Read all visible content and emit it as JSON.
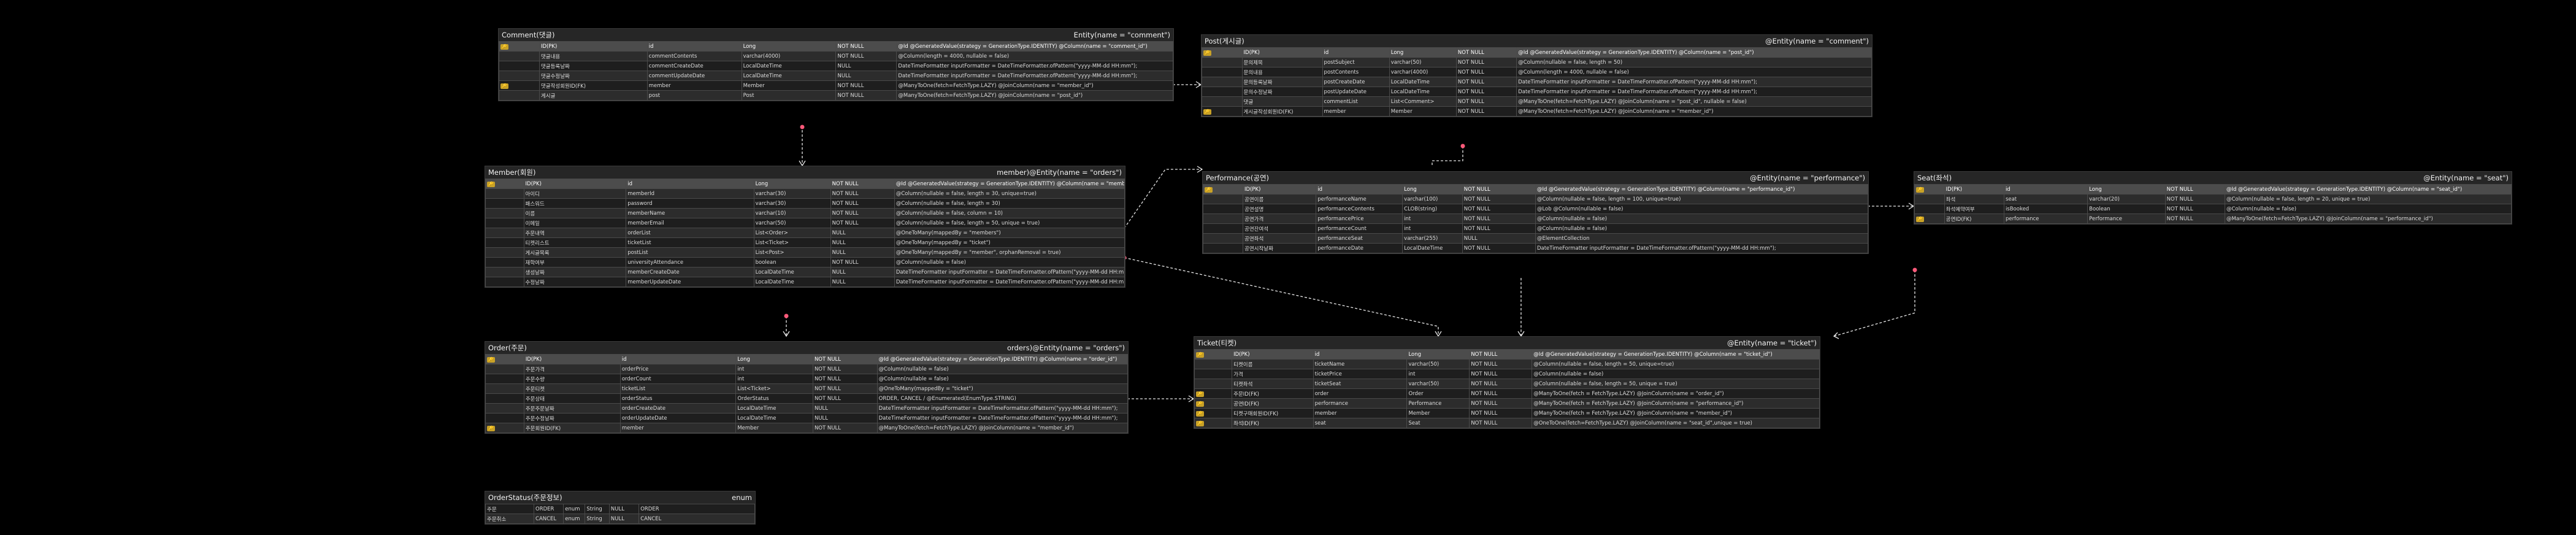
{
  "entities": [
    {
      "title": "Comment(댓글)",
      "annotation": "Entity(name = \"comment\")",
      "rows": [
        {
          "key": "",
          "cells": [
            "ID(PK)",
            "id",
            "Long",
            "NOT NULL",
            "@Id @GeneratedValue(strategy = GenerationType.IDENTITY) @Column(name = \"comment_id\")"
          ]
        },
        {
          "key": "",
          "cells": [
            "댓글내용",
            "commentContents",
            "varchar(4000)",
            "NOT NULL",
            "@Column(length = 4000, nullable = false)"
          ]
        },
        {
          "key": "",
          "cells": [
            "댓글등록날짜",
            "commentCreateDate",
            "LocalDateTime",
            "NULL",
            "DateTimeFormatter inputFormatter = DateTimeFormatter.ofPattern(\"yyyy-MM-dd HH:mm\");"
          ]
        },
        {
          "key": "",
          "cells": [
            "댓글수정날짜",
            "commentUpdateDate",
            "LocalDateTime",
            "NULL",
            "DateTimeFormatter inputFormatter = DateTimeFormatter.ofPattern(\"yyyy-MM-dd HH:mm\");"
          ]
        },
        {
          "key": "",
          "cells": [
            "댓글작성회원ID(FK)",
            "member",
            "Member",
            "NOT NULL",
            "@ManyToOne(fetch=FetchType.LAZY) @JoinColumn(name = \"member_id\")"
          ]
        },
        {
          "key": "",
          "cells": [
            "게시글",
            "post",
            "Post",
            "NOT NULL",
            "@ManyToOne(fetch=FetchType.LAZY) @JoinColumn(name = \"post_id\")"
          ]
        }
      ]
    },
    {
      "title": "Post(게시글)",
      "annotation": "@Entity(name = \"comment\")",
      "rows": [
        {
          "key": "",
          "cells": [
            "ID(PK)",
            "id",
            "Long",
            "NOT NULL",
            "@Id @GeneratedValue(strategy = GenerationType.IDENTITY) @Column(name = \"post_id\")"
          ]
        },
        {
          "key": "",
          "cells": [
            "문의제목",
            "postSubject",
            "varchar(50)",
            "NOT NULL",
            "@Column(nullable = false, length = 50)"
          ]
        },
        {
          "key": "",
          "cells": [
            "문의내용",
            "postContents",
            "varchar(4000)",
            "NOT NULL",
            "@Column(length = 4000, nullable = false)"
          ]
        },
        {
          "key": "",
          "cells": [
            "문의등록날짜",
            "postCreateDate",
            "LocalDateTime",
            "NOT NULL",
            "DateTimeFormatter inputFormatter = DateTimeFormatter.ofPattern(\"yyyy-MM-dd HH:mm\");"
          ]
        },
        {
          "key": "",
          "cells": [
            "문의수정날짜",
            "postUpdateDate",
            "LocalDateTime",
            "NOT NULL",
            "DateTimeFormatter inputFormatter = DateTimeFormatter.ofPattern(\"yyyy-MM-dd HH:mm\");"
          ]
        },
        {
          "key": "",
          "cells": [
            "댓글",
            "commentList",
            "List<Comment>",
            "NOT NULL",
            "@ManyToOne(fetch=FetchType.LAZY) @JoinColumn(name = \"post_id\", nullable = false)"
          ]
        },
        {
          "key": "",
          "cells": [
            "게시글작성회원ID(FK)",
            "member",
            "Member",
            "NOT NULL",
            "@ManyToOne(fetch=FetchType.LAZY) @JoinColumn(name = \"member_id\")"
          ]
        }
      ]
    },
    {
      "title": "Member(회원)",
      "annotation": "member)@Entity(name = \"orders\")",
      "rows": [
        {
          "key": "",
          "cells": [
            "ID(PK)",
            "id",
            "Long",
            "NOT NULL",
            "@Id @GeneratedValue(strategy = GenerationType.IDENTITY) @Column(name = \"member_id\")"
          ]
        },
        {
          "key": "",
          "cells": [
            "아이디",
            "memberId",
            "varchar(30)",
            "NOT NULL",
            "@Column(nullable = false, length = 30, unique=true)"
          ]
        },
        {
          "key": "",
          "cells": [
            "패스워드",
            "password",
            "varchar(30)",
            "NOT NULL",
            "@Column(nullable = false, length = 30)"
          ]
        },
        {
          "key": "",
          "cells": [
            "이름",
            "memberName",
            "varchar(10)",
            "NOT NULL",
            "@Column(nullable = false, column = 10)"
          ]
        },
        {
          "key": "",
          "cells": [
            "이메일",
            "memberEmail",
            "varchar(50)",
            "NOT NULL",
            "@Column(nullable = false, length = 50, unique = true)"
          ]
        },
        {
          "key": "",
          "cells": [
            "주문내역",
            "orderList",
            "List<Order>",
            "NULL",
            "@OneToMany(mappedBy = \"members\")"
          ]
        },
        {
          "key": "",
          "cells": [
            "티켓리스트",
            "ticketList",
            "List<Ticket>",
            "NULL",
            "@OneToMany(mappedBy = \"ticket\")"
          ]
        },
        {
          "key": "",
          "cells": [
            "게시글목록",
            "postList",
            "List<Post>",
            "NULL",
            "@OneToMany(mappedBy = \"member\", orphanRemoval = true)"
          ]
        },
        {
          "key": "",
          "cells": [
            "재학여부",
            "universityAttendance",
            "boolean",
            "NOT NULL",
            "@Column(nullable = false)"
          ]
        },
        {
          "key": "",
          "cells": [
            "생성날짜",
            "memberCreateDate",
            "LocalDateTime",
            "NULL",
            "DateTimeFormatter inputFormatter = DateTimeFormatter.ofPattern(\"yyyy-MM-dd HH:mm\");"
          ]
        },
        {
          "key": "",
          "cells": [
            "수정날짜",
            "memberUpdateDate",
            "LocalDateTime",
            "NULL",
            "DateTimeFormatter inputFormatter = DateTimeFormatter.ofPattern(\"yyyy-MM-dd HH:mm\");"
          ]
        }
      ]
    },
    {
      "title": "Performance(공연)",
      "annotation": "@Entity(name = \"performance\")",
      "rows": [
        {
          "key": "",
          "cells": [
            "ID(PK)",
            "id",
            "Long",
            "NOT NULL",
            "@Id @GeneratedValue(strategy = GenerationType.IDENTITY) @Column(name = \"performance_id\")"
          ]
        },
        {
          "key": "",
          "cells": [
            "공연이름",
            "performanceName",
            "varchar(100)",
            "NOT NULL",
            "@Column(nullable = false, length = 100, unique=true)"
          ]
        },
        {
          "key": "",
          "cells": [
            "공연설명",
            "performanceContents",
            "CLOB(string)",
            "NOT NULL",
            "@Lob @Column(nullable = false)"
          ]
        },
        {
          "key": "",
          "cells": [
            "공연가격",
            "performancePrice",
            "int",
            "NOT NULL",
            "@Column(nullable = false)"
          ]
        },
        {
          "key": "",
          "cells": [
            "공연잔여석",
            "performanceCount",
            "int",
            "NOT NULL",
            "@Column(nullable = false)"
          ]
        },
        {
          "key": "",
          "cells": [
            "공연좌석",
            "performanceSeat",
            "varchar(255)",
            "NULL",
            "@ElementCollection"
          ]
        },
        {
          "key": "",
          "cells": [
            "공연시작날짜",
            "performanceDate",
            "LocalDateTime",
            "NOT NULL",
            "DateTimeFormatter inputFormatter = DateTimeFormatter.ofPattern(\"yyyy-MM-dd HH:mm\");"
          ]
        }
      ]
    },
    {
      "title": "Seat(좌석)",
      "annotation": "@Entity(name = \"seat\")",
      "rows": [
        {
          "key": "",
          "cells": [
            "ID(PK)",
            "id",
            "Long",
            "NOT NULL",
            "@Id @GeneratedValue(strategy = GenerationType.IDENTITY) @Column(name = \"seat_id\")"
          ]
        },
        {
          "key": "",
          "cells": [
            "좌석",
            "seat",
            "varchar(20)",
            "NOT NULL",
            "@Column(nullable = false, length = 20, unique = true)"
          ]
        },
        {
          "key": "",
          "cells": [
            "좌석예약여부",
            "isBooked",
            "Boolean",
            "NOT NULL",
            "@Column(nullable = false)"
          ]
        },
        {
          "key": "",
          "cells": [
            "공연ID(FK)",
            "performance",
            "Performance",
            "NOT NULL",
            "@ManyToOne(fetch=FetchType.LAZY) @JoinColumn(name = \"performance_id\")"
          ]
        }
      ]
    },
    {
      "title": "Order(주문)",
      "annotation": "orders)@Entity(name = \"orders\")",
      "rows": [
        {
          "key": "",
          "cells": [
            "ID(PK)",
            "id",
            "Long",
            "NOT NULL",
            "@Id @GeneratedValue(strategy = GenerationType.IDENTITY) @Column(name = \"order_id\")"
          ]
        },
        {
          "key": "",
          "cells": [
            "주문가격",
            "orderPrice",
            "int",
            "NOT NULL",
            "@Column(nullable = false)"
          ]
        },
        {
          "key": "",
          "cells": [
            "주문수량",
            "orderCount",
            "int",
            "NOT NULL",
            "@Column(nullable = false)"
          ]
        },
        {
          "key": "",
          "cells": [
            "주문티켓",
            "ticketList",
            "List<Ticket>",
            "NOT NULL",
            "@OneToMany(mappedBy = \"ticket\")"
          ]
        },
        {
          "key": "",
          "cells": [
            "주문상태",
            "orderStatus",
            "OrderStatus",
            "NOT NULL",
            "ORDER, CANCEL / @Enumerated(EnumType.STRING)"
          ]
        },
        {
          "key": "",
          "cells": [
            "주문주문날짜",
            "orderCreateDate",
            "LocalDateTime",
            "NULL",
            "DateTimeFormatter inputFormatter = DateTimeFormatter.ofPattern(\"yyyy-MM-dd HH:mm\");"
          ]
        },
        {
          "key": "",
          "cells": [
            "주문수정날짜",
            "orderUpdateDate",
            "LocalDateTime",
            "NULL",
            "DateTimeFormatter inputFormatter = DateTimeFormatter.ofPattern(\"yyyy-MM-dd HH:mm\");"
          ]
        },
        {
          "key": "",
          "cells": [
            "주문회원ID(FK)",
            "member",
            "Member",
            "NOT NULL",
            "@ManyToOne(fetch=FetchType.LAZY) @JoinColumn(name = \"member_id\")"
          ]
        }
      ]
    },
    {
      "title": "Ticket(티켓)",
      "annotation": "@Entity(name = \"ticket\")",
      "rows": [
        {
          "key": "",
          "cells": [
            "ID(PK)",
            "id",
            "Long",
            "NOT NULL",
            "@Id @GeneratedValue(strategy = GenerationType.IDENTITY) @Column(name = \"ticket_id\")"
          ]
        },
        {
          "key": "",
          "cells": [
            "티켓이름",
            "ticketName",
            "varchar(50)",
            "NOT NULL",
            "@Column(nullable = false, length = 50, unique=true)"
          ]
        },
        {
          "key": "",
          "cells": [
            "가격",
            "ticketPrice",
            "int",
            "NOT NULL",
            "@Column(nullable = false)"
          ]
        },
        {
          "key": "",
          "cells": [
            "티켓좌석",
            "ticketSeat",
            "varchar(50)",
            "NOT NULL",
            "@Column(nullable = false, length = 50, unique = true)"
          ]
        },
        {
          "key": "",
          "cells": [
            "주문ID(FK)",
            "order",
            "Order",
            "NOT NULL",
            "@ManyToOne(fetch = FetchType.LAZY) @JoinColumn(name = \"order_id\")"
          ]
        },
        {
          "key": "",
          "cells": [
            "공연ID(FK)",
            "performance",
            "Performance",
            "NOT NULL",
            "@ManyToOne(fetch = FetchType.LAZY) @JoinColumn(name = \"performance_id\")"
          ]
        },
        {
          "key": "",
          "cells": [
            "티켓구매회원ID(FK)",
            "member",
            "Member",
            "NOT NULL",
            "@ManyToOne(fetch = FetchType.LAZY) @JoinColumn(name = \"member_id\")"
          ]
        },
        {
          "key": "",
          "cells": [
            "좌석ID(FK)",
            "seat",
            "Seat",
            "NOT NULL",
            "@OneToOne(fetch=FetchType.LAZY) @JoinColumn(name = \"seat_id\",unique = true)"
          ]
        }
      ]
    },
    {
      "title": "OrderStatus(주문정보)",
      "annotation": "enum",
      "rows": [
        {
          "key": "",
          "cells": [
            "주문",
            "ORDER",
            "enum",
            "String",
            "NULL",
            "ORDER"
          ]
        },
        {
          "key": "",
          "cells": [
            "주문취소",
            "CANCEL",
            "enum",
            "String",
            "NULL",
            "CANCEL"
          ]
        }
      ]
    }
  ]
}
